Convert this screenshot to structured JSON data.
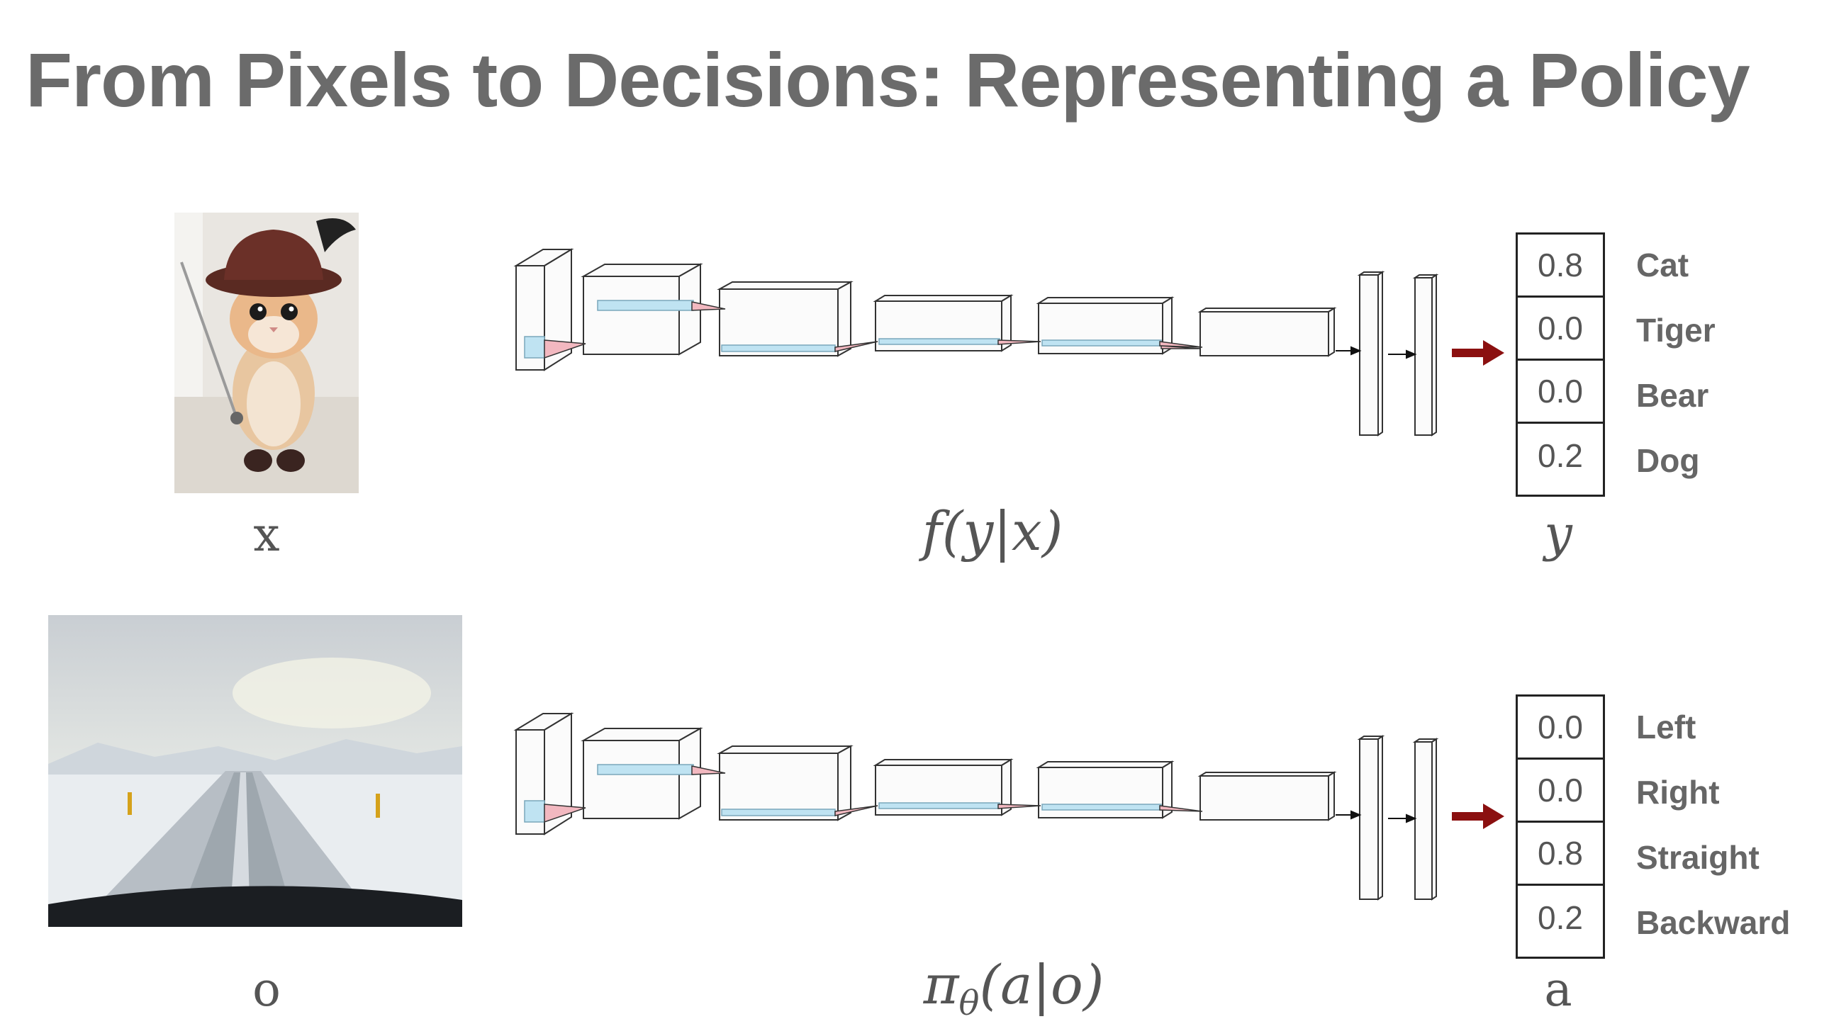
{
  "title": "From Pixels to Decisions: Representing a Policy",
  "rows": [
    {
      "input_label": "x",
      "function_name": "f",
      "function_args": "(y|x)",
      "output_label": "y",
      "output_values": [
        "0.8",
        "0.0",
        "0.0",
        "0.2"
      ],
      "classes": [
        "Cat",
        "Tiger",
        "Bear",
        "Dog"
      ]
    },
    {
      "input_label": "o",
      "function_name": "π",
      "function_sub": "θ",
      "function_args": "(a|o)",
      "output_label": "a",
      "output_values": [
        "0.0",
        "0.0",
        "0.8",
        "0.2"
      ],
      "classes": [
        "Left",
        "Right",
        "Straight",
        "Backward"
      ]
    }
  ],
  "colors": {
    "title": "#6b6b6b",
    "arrow": "#8b1010",
    "kernel": "#f2b8c0",
    "feature": "#bfe3f2"
  }
}
